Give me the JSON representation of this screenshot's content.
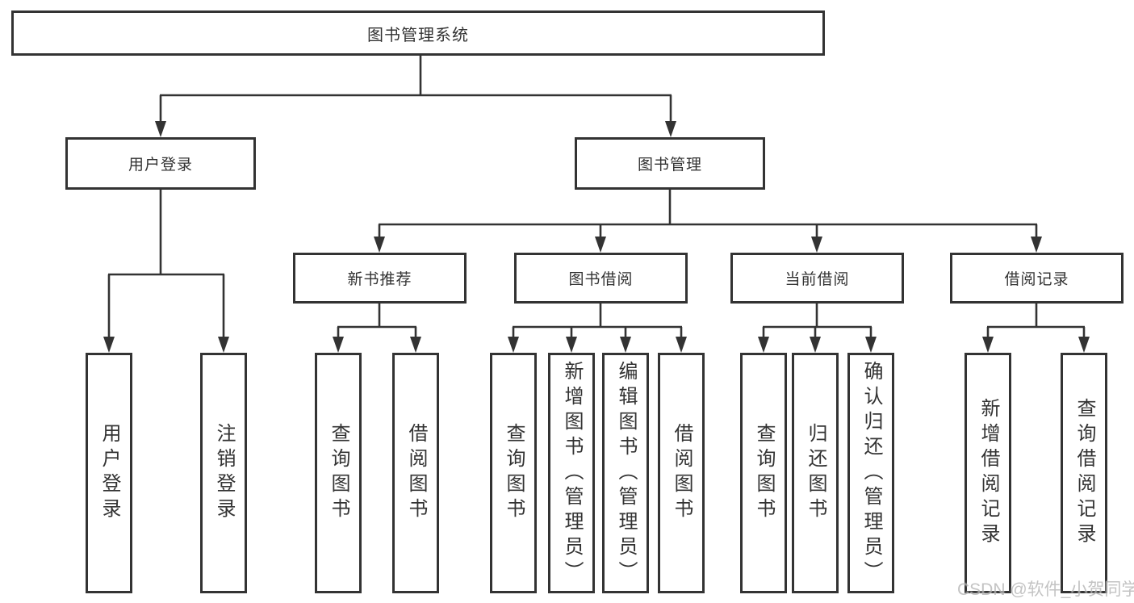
{
  "tree": {
    "root": "图书管理系统",
    "branches": [
      {
        "label": "用户登录",
        "children": [
          "用户登录",
          "注销登录"
        ]
      },
      {
        "label": "图书管理",
        "groups": [
          {
            "label": "新书推荐",
            "children": [
              "查询图书",
              "借阅图书"
            ]
          },
          {
            "label": "图书借阅",
            "children": [
              "查询图书",
              "新增图书（管理员）",
              "编辑图书（管理员）",
              "借阅图书"
            ]
          },
          {
            "label": "当前借阅",
            "children": [
              "查询图书",
              "归还图书",
              "确认归还（管理员）"
            ]
          },
          {
            "label": "借阅记录",
            "children": [
              "新增借阅记录",
              "查询借阅记录"
            ]
          }
        ]
      }
    ]
  },
  "watermark": {
    "text": "CSDN @软件_小贺同学"
  },
  "colors": {
    "line": "#333333",
    "text": "#333333",
    "watermark": "#b5b5b5",
    "background": "#ffffff"
  }
}
